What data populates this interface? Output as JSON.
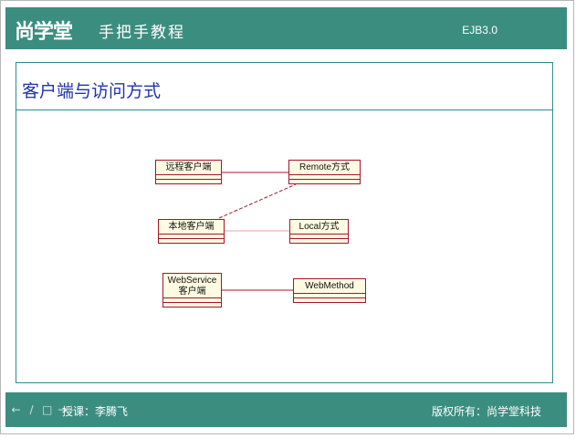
{
  "header": {
    "logo": "尚学堂",
    "tagline": "手把手教程",
    "course": "EJB3.0"
  },
  "slide": {
    "title": "客户端与访问方式"
  },
  "diagram": {
    "clients": [
      {
        "label": "远程客户端"
      },
      {
        "label": "本地客户端"
      },
      {
        "label_line1": "WebService",
        "label_line2": "客户端"
      }
    ],
    "access": [
      {
        "label": "Remote方式"
      },
      {
        "label": "Local方式"
      },
      {
        "label": "WebMethod"
      }
    ]
  },
  "footer": {
    "presenter": "授课：李腾飞",
    "copyright": "版权所有：尚学堂科技"
  },
  "colors": {
    "teal": "#3b8d80",
    "title_blue": "#2233aa",
    "uml_border": "#a51528",
    "uml_fill": "#fffbe2"
  }
}
